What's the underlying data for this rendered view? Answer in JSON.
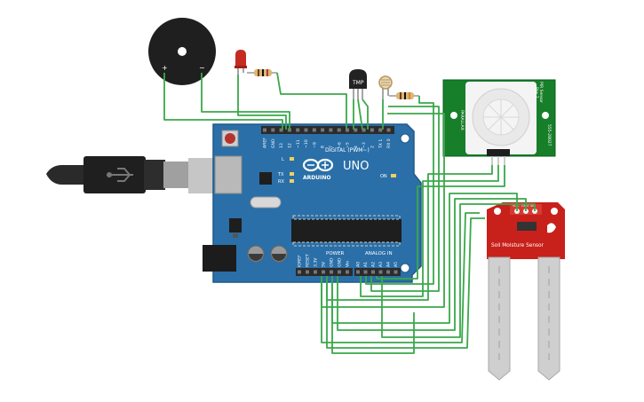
{
  "board": {
    "model": "UNO",
    "brand": "ARDUINO",
    "digital_header": "DIGITAL (PWM~)",
    "power_header": "POWER",
    "analog_header": "ANALOG IN",
    "digital_pins": [
      "AREF",
      "GND",
      "13",
      "12",
      "~11",
      "~10",
      "~9",
      "8",
      "7",
      "~6",
      "~5",
      "4",
      "~3",
      "2",
      "TX 1",
      "RX 0"
    ],
    "power_pins": [
      "IOREF",
      "RESET",
      "3.3V",
      "5V",
      "GND",
      "GND",
      "Vin"
    ],
    "analog_pins": [
      "A0",
      "A1",
      "A2",
      "A3",
      "A4",
      "A5"
    ],
    "leds": [
      "L",
      "TX",
      "RX"
    ],
    "on_label": "ON",
    "colors": {
      "board": "#2a6fa8",
      "header": "#2b2b2b",
      "wire": "#3aa84a"
    }
  },
  "components": {
    "buzzer": {
      "plus": "+",
      "minus": "−"
    },
    "temp_sensor": {
      "label": "TMP"
    },
    "pir": {
      "side_left": "PIR Sensor",
      "side_right": "Rev 2",
      "left_small": "PARALLAX",
      "right_small": "555-28027"
    },
    "soil": {
      "title": "Soil Moisture Sensor",
      "pins": [
        "VCC",
        "GND",
        "SIG"
      ]
    }
  }
}
